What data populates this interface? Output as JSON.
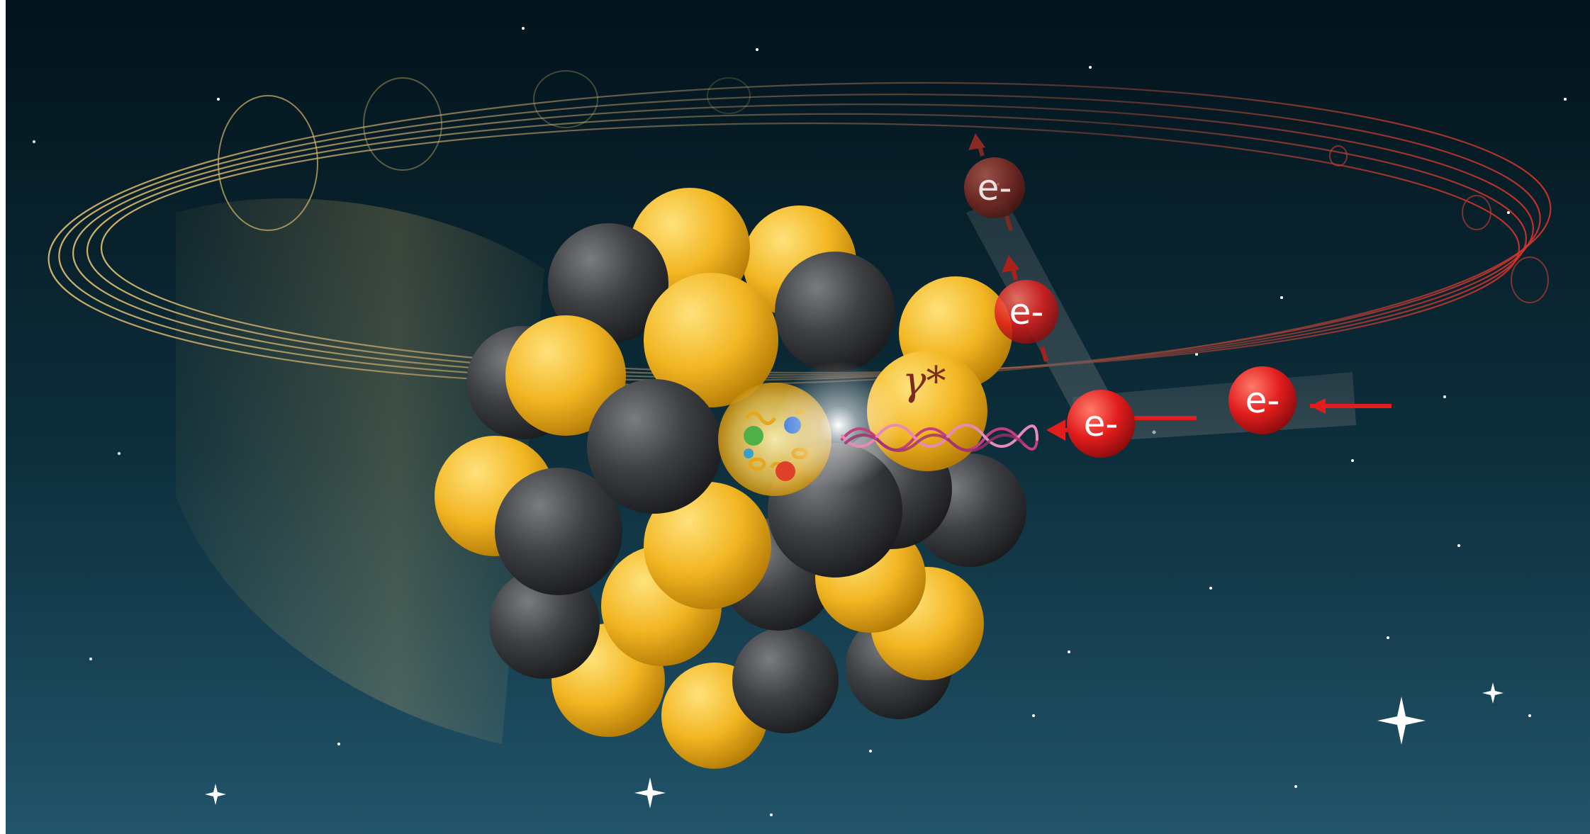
{
  "labels": {
    "electron": "e-",
    "virtual_photon": "γ*"
  },
  "colors": {
    "space_top": "#03141c",
    "space_bottom": "#1d4a5c",
    "proton": "#f2b623",
    "neutron": "#3a3c40",
    "electron": "#e11d1d",
    "electron_faded": "#8a2a24",
    "photon": "#c2407e",
    "orbit_gold": "#d6b66a",
    "orbit_red": "#b23a35"
  },
  "icons": {
    "electron": "red-sphere-with-spin-arrow",
    "photon": "wavy-lines",
    "nucleus": "sphere-cluster",
    "stars": "sparkle"
  }
}
